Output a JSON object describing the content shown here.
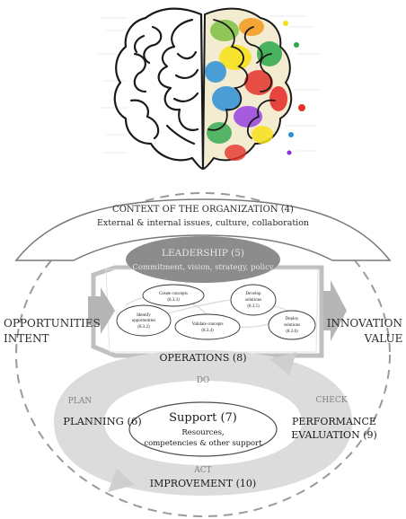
{
  "header_image": {
    "icon": "brain-split-colorful-icon",
    "description_colors": [
      "#e4322b",
      "#f7e11b",
      "#2aa84a",
      "#2b8fd6",
      "#8a2be2",
      "#f29a1b"
    ]
  },
  "context": {
    "title": "CONTEXT OF THE ORGANIZATION (4)",
    "subtitle": "External & internal issues, culture, collaboration"
  },
  "leadership": {
    "title": "LEADERSHIP (5)",
    "subtitle": "Commitment, vision, strategy, policy"
  },
  "opportunities": {
    "line1": "OPPORTUNITIES",
    "line2": "INTENT"
  },
  "innovation": {
    "line1": "INNOVATION",
    "line2": "VALUE"
  },
  "processes": [
    {
      "line1": "Create concepts",
      "line2": "(8.3.3)"
    },
    {
      "line1": "Identify",
      "line2": "opportunities",
      "line3": "(8.3.2)"
    },
    {
      "line1": "Validate concepts",
      "line2": "(8.3.4)"
    },
    {
      "line1": "Develop",
      "line2": "solutions",
      "line3": "(8.3.5)"
    },
    {
      "line1": "Deploy",
      "line2": "solutions",
      "line3": "(8.3.6)"
    }
  ],
  "operations": {
    "label": "OPERATIONS (8)"
  },
  "cycle": {
    "do": "DO",
    "plan": "PLAN",
    "check": "CHECK",
    "act": "ACT"
  },
  "planning": {
    "label": "PLANNING (6)"
  },
  "support": {
    "title": "Support (7)",
    "line1": "Resources,",
    "line2": "competencies & other support"
  },
  "performance": {
    "line1": "PERFORMANCE",
    "line2": "EVALUATION (9)"
  },
  "improvement": {
    "label": "IMPROVEMENT (10)"
  },
  "colors": {
    "cycle_gray": "#d9d9d9",
    "leadership_fill": "#8c8c8c",
    "text_dark": "#2b2b2b",
    "text_light_gray": "#7f7f7f"
  }
}
